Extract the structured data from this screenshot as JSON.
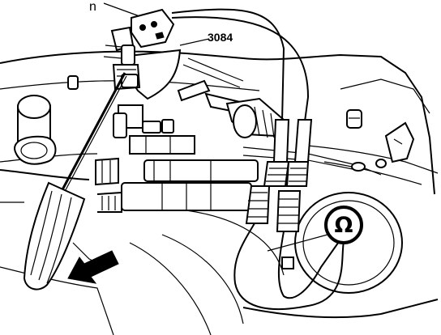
{
  "labels": {
    "callout_letter": "n",
    "tool_number": "3084",
    "symbol": "Ω"
  },
  "icons": {
    "ohmmeter": "ohm-meter-icon",
    "arrow": "direction-arrow-icon"
  },
  "colors": {
    "ink": "#000000",
    "paper": "#ffffff"
  }
}
